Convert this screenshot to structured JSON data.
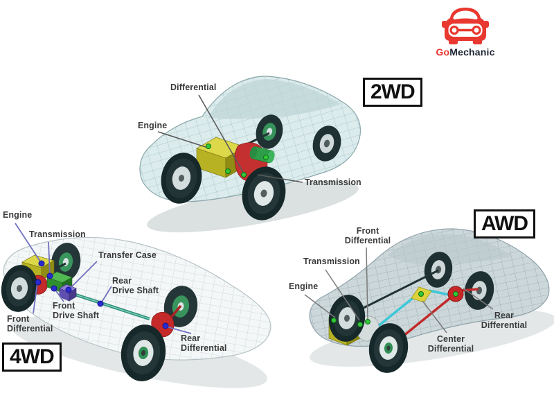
{
  "logo": {
    "brand_first": "Go",
    "brand_second": "Mechanic"
  },
  "colors": {
    "brand_red": "#e8382f",
    "brand_navy": "#1d2433",
    "label_text": "#3a3a3a",
    "leader_gray": "#5a5a5a",
    "leader_blue": "#7070c0",
    "marker_blue": "#2a2ace",
    "marker_green": "#35c83a",
    "engine_yellow": "#d6d23a",
    "transmission_red": "#c43030",
    "transmission_green": "#3aa53a",
    "transfer_case_purple": "#5f4fb0",
    "rear_drive_shaft_teal": "#2f8f7a",
    "awd_shaft_cyan": "#3cc8d8",
    "differential_red": "#c62828",
    "center_diff_yellow": "#ddd23a"
  },
  "diagrams": [
    {
      "id": "2wd",
      "title": "2WD",
      "labels": [
        {
          "id": "differential",
          "text": "Differential"
        },
        {
          "id": "engine",
          "text": "Engine"
        },
        {
          "id": "transmission",
          "text": "Transmission"
        }
      ]
    },
    {
      "id": "4wd",
      "title": "4WD",
      "labels": [
        {
          "id": "engine",
          "text": "Engine"
        },
        {
          "id": "transmission",
          "text": "Transmission"
        },
        {
          "id": "transfer_case",
          "text": "Transfer Case"
        },
        {
          "id": "rear_drive_shaft",
          "text": "Rear\nDrive Shaft"
        },
        {
          "id": "front_drive_shaft",
          "text": "Front\nDrive Shaft"
        },
        {
          "id": "front_differential",
          "text": "Front\nDifferential"
        },
        {
          "id": "rear_differential",
          "text": "Rear\nDifferential"
        }
      ]
    },
    {
      "id": "awd",
      "title": "AWD",
      "labels": [
        {
          "id": "front_differential",
          "text": "Front\nDifferential"
        },
        {
          "id": "transmission",
          "text": "Transmission"
        },
        {
          "id": "engine",
          "text": "Engine"
        },
        {
          "id": "rear_differential",
          "text": "Rear\nDifferential"
        },
        {
          "id": "center_differential",
          "text": "Center\nDifferential"
        }
      ]
    }
  ]
}
